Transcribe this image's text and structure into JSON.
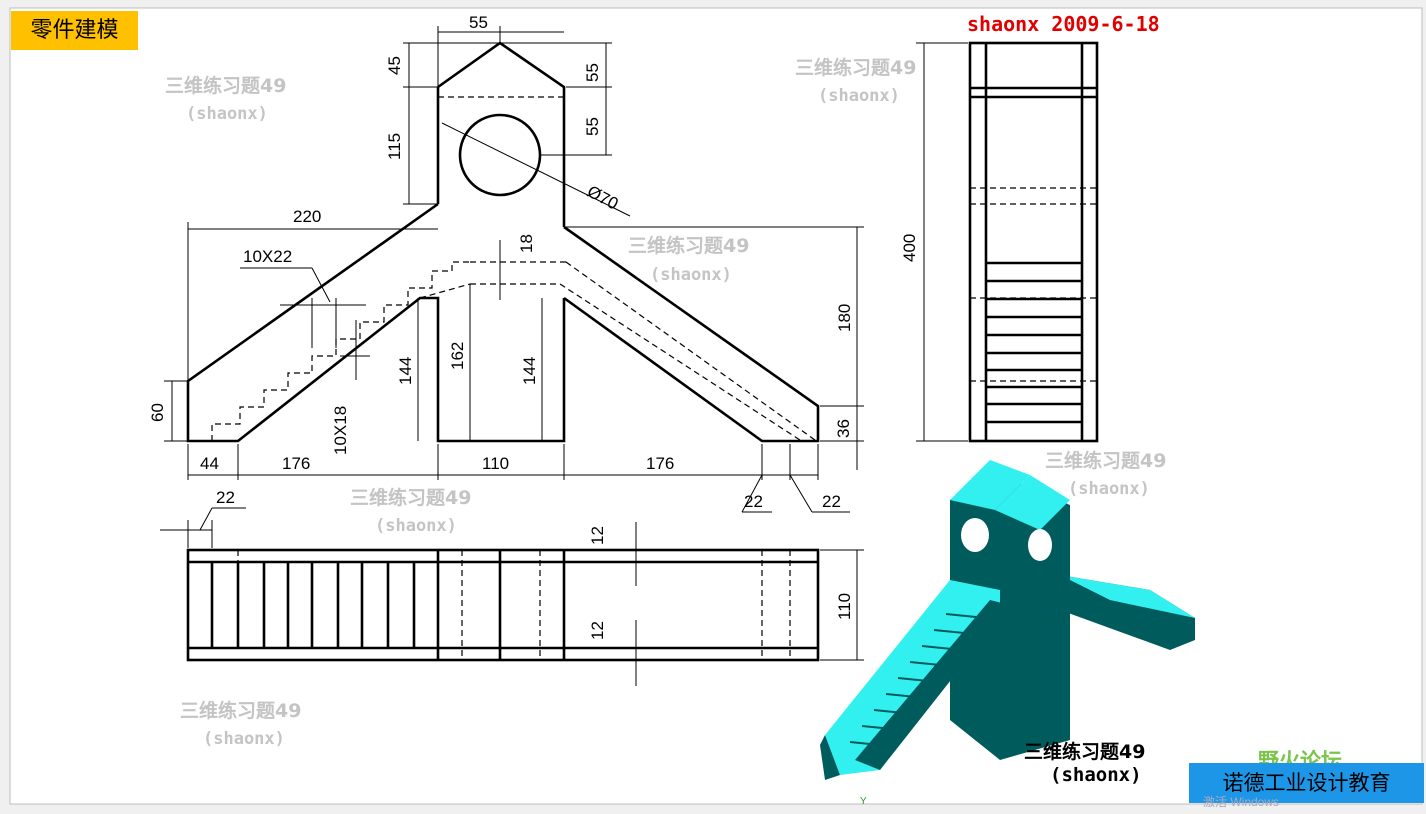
{
  "header": {
    "badge": "零件建模",
    "author_stamp": "shaonx 2009-6-18"
  },
  "watermark": {
    "title": "三维练习题49",
    "sub": "(shaonx)"
  },
  "dimensions": {
    "d55top": "55",
    "d45": "45",
    "d55a": "55",
    "d55b": "55",
    "d115": "115",
    "d70": "Ø70",
    "d220": "220",
    "d10x22": "10X22",
    "d18": "18",
    "d180": "180",
    "d60": "60",
    "d144a": "144",
    "d162": "162",
    "d144b": "144",
    "d10x18": "10X18",
    "d36": "36",
    "d44": "44",
    "d176a": "176",
    "d110": "110",
    "d176b": "176",
    "d22a": "22",
    "d22b": "22",
    "d22c": "22",
    "d400": "400",
    "d12a": "12",
    "d12b": "12",
    "d110b": "110"
  },
  "iso_caption": {
    "title": "三维练习题49",
    "sub": "(shaonx)"
  },
  "footer": {
    "label": "诺德工业设计教育",
    "forum": "野火论坛",
    "system_text": "激活 Windows"
  },
  "colors": {
    "badge": "#ffc000",
    "footer": "#1e96e8",
    "stamp": "#e00000",
    "iso_top": "#33f0f0",
    "iso_side": "#005c5c"
  }
}
